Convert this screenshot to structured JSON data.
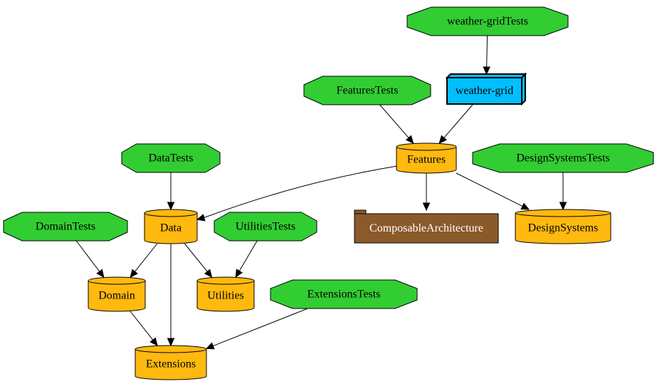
{
  "graph": {
    "colors": {
      "test_target": "#32cd32",
      "library": "#ffb90f",
      "app": "#00bfff",
      "external_package": "#8b5a2b",
      "edge": "#000000"
    },
    "nodes": [
      {
        "id": "weather-gridTests",
        "label": "weather-gridTests",
        "kind": "test_target",
        "icon": "octagon-shape"
      },
      {
        "id": "weather-grid",
        "label": "weather-grid",
        "kind": "app",
        "icon": "box-3d-shape"
      },
      {
        "id": "FeaturesTests",
        "label": "FeaturesTests",
        "kind": "test_target",
        "icon": "octagon-shape"
      },
      {
        "id": "Features",
        "label": "Features",
        "kind": "library",
        "icon": "cylinder-shape"
      },
      {
        "id": "DesignSystemsTests",
        "label": "DesignSystemsTests",
        "kind": "test_target",
        "icon": "octagon-shape"
      },
      {
        "id": "DataTests",
        "label": "DataTests",
        "kind": "test_target",
        "icon": "octagon-shape"
      },
      {
        "id": "Data",
        "label": "Data",
        "kind": "library",
        "icon": "cylinder-shape"
      },
      {
        "id": "ComposableArchitecture",
        "label": "ComposableArchitecture",
        "kind": "external_package",
        "icon": "folder-tab-shape"
      },
      {
        "id": "DesignSystems",
        "label": "DesignSystems",
        "kind": "library",
        "icon": "cylinder-shape"
      },
      {
        "id": "DomainTests",
        "label": "DomainTests",
        "kind": "test_target",
        "icon": "octagon-shape"
      },
      {
        "id": "UtilitiesTests",
        "label": "UtilitiesTests",
        "kind": "test_target",
        "icon": "octagon-shape"
      },
      {
        "id": "Domain",
        "label": "Domain",
        "kind": "library",
        "icon": "cylinder-shape"
      },
      {
        "id": "Utilities",
        "label": "Utilities",
        "kind": "library",
        "icon": "cylinder-shape"
      },
      {
        "id": "ExtensionsTests",
        "label": "ExtensionsTests",
        "kind": "test_target",
        "icon": "octagon-shape"
      },
      {
        "id": "Extensions",
        "label": "Extensions",
        "kind": "library",
        "icon": "cylinder-shape"
      }
    ],
    "edges": [
      {
        "from": "weather-gridTests",
        "to": "weather-grid"
      },
      {
        "from": "FeaturesTests",
        "to": "Features"
      },
      {
        "from": "weather-grid",
        "to": "Features"
      },
      {
        "from": "Features",
        "to": "Data"
      },
      {
        "from": "Features",
        "to": "ComposableArchitecture"
      },
      {
        "from": "Features",
        "to": "DesignSystems"
      },
      {
        "from": "DesignSystemsTests",
        "to": "DesignSystems"
      },
      {
        "from": "DataTests",
        "to": "Data"
      },
      {
        "from": "Data",
        "to": "Domain"
      },
      {
        "from": "Data",
        "to": "Utilities"
      },
      {
        "from": "Data",
        "to": "Extensions"
      },
      {
        "from": "DomainTests",
        "to": "Domain"
      },
      {
        "from": "UtilitiesTests",
        "to": "Utilities"
      },
      {
        "from": "Domain",
        "to": "Extensions"
      },
      {
        "from": "ExtensionsTests",
        "to": "Extensions"
      }
    ]
  }
}
